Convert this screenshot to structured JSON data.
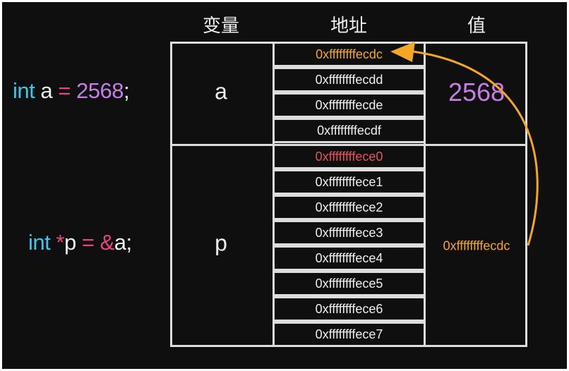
{
  "headers": {
    "variable": "变量",
    "address": "地址",
    "value": "值"
  },
  "code": [
    {
      "type": "int",
      "name": "a",
      "op": "=",
      "value": "2568",
      "end": ";"
    },
    {
      "type": "int",
      "star": "*",
      "name": "p",
      "op": "=",
      "amp": "&",
      "ref": "a",
      "end": ";"
    }
  ],
  "variables": [
    {
      "name": "a",
      "value": "2568",
      "addresses": [
        "0xffffffffecdc",
        "0xffffffffecdd",
        "0xffffffffecde",
        "0xffffffffecdf"
      ]
    },
    {
      "name": "p",
      "value": "0xffffffffecdc",
      "addresses": [
        "0xffffffffece0",
        "0xffffffffece1",
        "0xffffffffece2",
        "0xffffffffece3",
        "0xffffffffece4",
        "0xffffffffece5",
        "0xffffffffece6",
        "0xffffffffece7"
      ]
    }
  ],
  "colors": {
    "keyword": "#3ec7e6",
    "operator": "#e8457c",
    "number": "#c77ce8",
    "pointer": "#f5a623",
    "highlight": "#e8505b"
  }
}
